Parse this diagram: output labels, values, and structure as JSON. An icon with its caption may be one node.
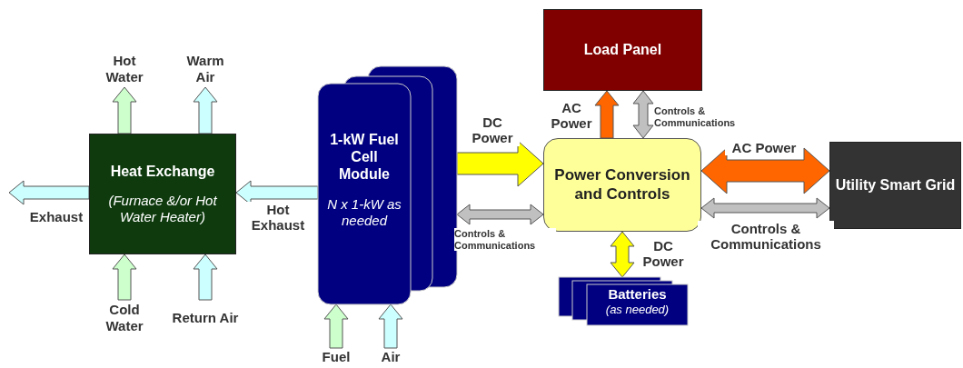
{
  "diagram": {
    "nodes": [
      {
        "text": [
          "Hot Water"
        ]
      },
      {
        "text": [
          "Warm Air"
        ]
      },
      {
        "text": [
          "Heat Exchange",
          "(Furnace &/or Hot Water Heater)"
        ]
      },
      {
        "text": [
          "1-kW Fuel Cell Module",
          "N x 1-kW as needed"
        ]
      },
      {
        "text": [
          "Load Panel"
        ]
      },
      {
        "text": [
          "Power Conversion and Controls"
        ]
      },
      {
        "text": [
          "Utility Smart Grid"
        ]
      },
      {
        "text": [
          "Cold Water"
        ]
      },
      {
        "text": [
          "Return Air"
        ]
      },
      {
        "text": [
          "Batteries",
          "(as needed)"
        ]
      },
      {
        "text": [
          "Fuel"
        ]
      },
      {
        "text": [
          "Air"
        ]
      }
    ],
    "edges": [
      {
        "from": 2,
        "to": 0,
        "arrow": "to",
        "color": "#ccffcc"
      },
      {
        "from": 2,
        "to": 1,
        "arrow": "to",
        "color": "#ccffff"
      },
      {
        "from": 2,
        "to": null,
        "arrow": "to",
        "label": "Exhaust",
        "color": "#ccffff"
      },
      {
        "from": 7,
        "to": 2,
        "arrow": "to",
        "color": "#ccffcc"
      },
      {
        "from": 8,
        "to": 2,
        "arrow": "to",
        "color": "#ccffff"
      },
      {
        "from": 3,
        "to": 2,
        "arrow": "to",
        "label": "Hot Exhaust",
        "color": "#ccffff"
      },
      {
        "from": 10,
        "to": 3,
        "arrow": "to",
        "color": "#ccffcc"
      },
      {
        "from": 11,
        "to": 3,
        "arrow": "to",
        "color": "#ccffff"
      },
      {
        "from": 3,
        "to": 5,
        "arrow": "to",
        "label": "DC Power",
        "color": "#ffff00"
      },
      {
        "from": 3,
        "to": 5,
        "arrow": "both",
        "label": "Controls & Communications",
        "color": "#c0c0c0"
      },
      {
        "from": 5,
        "to": 4,
        "arrow": "to",
        "label": "AC Power",
        "color": "#ff6600"
      },
      {
        "from": 5,
        "to": 4,
        "arrow": "both",
        "label": "Controls & Communications",
        "color": "#c0c0c0"
      },
      {
        "from": 5,
        "to": 6,
        "arrow": "both",
        "label": "AC Power",
        "color": "#ff6600"
      },
      {
        "from": 5,
        "to": 6,
        "arrow": "both",
        "label": "Controls & Communications",
        "color": "#c0c0c0"
      },
      {
        "from": 5,
        "to": 9,
        "arrow": "both",
        "label": "DC Power",
        "color": "#ffff00"
      }
    ]
  }
}
